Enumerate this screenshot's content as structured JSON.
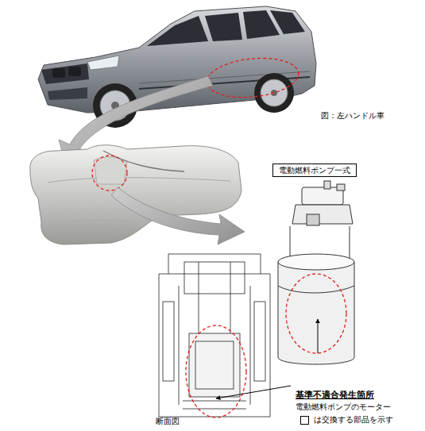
{
  "diagram": {
    "nodes": [
      {
        "text": [
          "電動燃料ポンプ一式"
        ]
      }
    ],
    "labels": [
      "図：左ハンドル車",
      "基準不適合発生箇所",
      "電動燃料ポンプのモーター",
      "断面図"
    ],
    "legend": [
      {
        "text": "は交換する部品を示す"
      }
    ]
  }
}
